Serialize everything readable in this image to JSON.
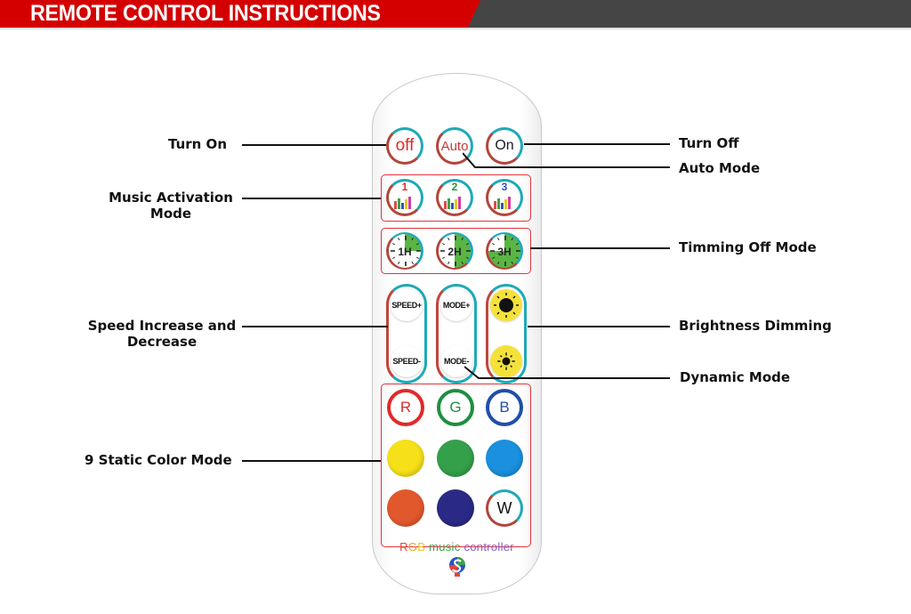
{
  "header": {
    "title": "REMOTE CONTROL INSTRUCTIONS",
    "colors": {
      "red": "#d40000",
      "dark": "#454545"
    }
  },
  "remote": {
    "power_row": [
      {
        "label": "off",
        "name": "off"
      },
      {
        "label": "Auto",
        "name": "auto"
      },
      {
        "label": "On",
        "name": "on"
      }
    ],
    "music_row": [
      {
        "number": "1",
        "color": "#e02a2a"
      },
      {
        "number": "2",
        "color": "#1e9a3a"
      },
      {
        "number": "3",
        "color": "#2a54c0"
      }
    ],
    "timer_row": [
      {
        "label": "1H",
        "fraction": 0.25
      },
      {
        "label": "2H",
        "fraction": 0.5
      },
      {
        "label": "3H",
        "fraction": 0.75
      }
    ],
    "speed": {
      "up": "SPEED+",
      "down": "SPEED-"
    },
    "mode": {
      "up": "MODE+",
      "down": "MODE-"
    },
    "brightness": {
      "up": "brightness-up",
      "down": "brightness-down"
    },
    "rgb_row": [
      {
        "label": "R",
        "color": "#e02a2a"
      },
      {
        "label": "G",
        "color": "#1e8f40"
      },
      {
        "label": "B",
        "color": "#1f4fa8"
      }
    ],
    "static_colors": [
      {
        "name": "yellow",
        "color": "#f5e019"
      },
      {
        "name": "green",
        "color": "#34a04a"
      },
      {
        "name": "light-blue",
        "color": "#1a90de"
      },
      {
        "name": "orange",
        "color": "#e2582d"
      },
      {
        "name": "dark-blue",
        "color": "#2a2a86"
      }
    ],
    "white_label": "W",
    "brand_text": [
      {
        "t": "R",
        "c": "#e0443a"
      },
      {
        "t": "G",
        "c": "#f0a020"
      },
      {
        "t": "B ",
        "c": "#e8c820"
      },
      {
        "t": "music ",
        "c": "#3aa34a"
      },
      {
        "t": "controller",
        "c": "#8a5bc4"
      }
    ]
  },
  "callouts": {
    "turn_on": "Turn On",
    "music_1": "Music Activation",
    "music_2": "Mode",
    "speed_1": "Speed Increase and",
    "speed_2": "Decrease",
    "static": "9 Static Color Mode",
    "turn_off": "Turn Off",
    "auto": "Auto Mode",
    "timing": "Timming Off Mode",
    "brightness": "Brightness Dimming",
    "dynamic": "Dynamic Mode"
  }
}
